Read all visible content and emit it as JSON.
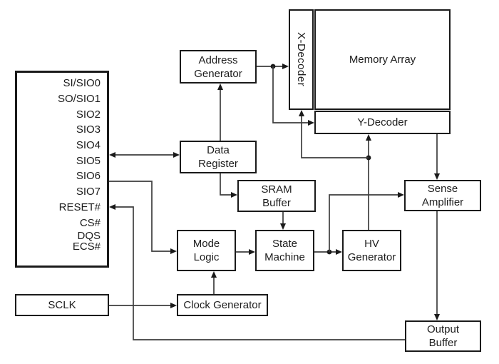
{
  "pin_interface": {
    "pins": [
      "SI/SIO0",
      "SO/SIO1",
      "SIO2",
      "SIO3",
      "SIO4",
      "SIO5",
      "SIO6",
      "SIO7",
      "RESET#",
      "CS#",
      "DQS",
      "ECS#"
    ]
  },
  "blocks": {
    "sclk": {
      "label": "SCLK"
    },
    "address_generator": {
      "lines": [
        "Address",
        "Generator"
      ]
    },
    "data_register": {
      "lines": [
        "Data",
        "Register"
      ]
    },
    "sram_buffer": {
      "lines": [
        "SRAM",
        "Buffer"
      ]
    },
    "mode_logic": {
      "lines": [
        "Mode",
        "Logic"
      ]
    },
    "state_machine": {
      "lines": [
        "State",
        "Machine"
      ]
    },
    "clock_generator": {
      "label": "Clock Generator"
    },
    "hv_generator": {
      "lines": [
        "HV",
        "Generator"
      ]
    },
    "x_decoder": {
      "label": "X-Decoder"
    },
    "memory_array": {
      "label": "Memory Array"
    },
    "y_decoder": {
      "label": "Y-Decoder"
    },
    "sense_amplifier": {
      "lines": [
        "Sense",
        "Amplifier"
      ]
    },
    "output_buffer": {
      "lines": [
        "Output",
        "Buffer"
      ]
    }
  },
  "colors": {
    "background": "#ffffff",
    "box_border": "#1a1a1a",
    "connector": "#3d3d3d",
    "text": "#1c1c1c"
  }
}
